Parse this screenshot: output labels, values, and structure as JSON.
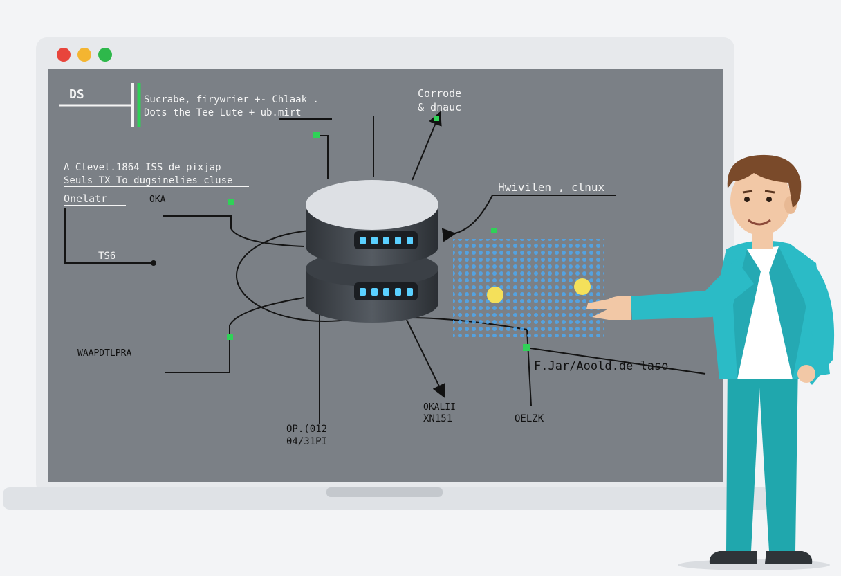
{
  "window": {
    "controls": {
      "close_color": "#e8453c",
      "minimize_color": "#f4b531",
      "maximize_color": "#2eb84b"
    }
  },
  "screen": {
    "background": "#7b8086",
    "heading": "DS",
    "note_line_1": "Sucrabe, firywrier +- Chlaak .",
    "note_line_2": "Dots the Tee Lute  +  ub.mirt",
    "corrode_line_1": "Corrode",
    "corrode_line_2": "& dnauc",
    "client_line_1": "A Clevet.1864 ISS de pixjap",
    "client_line_2": "Seuls TX To dugsinelies cluse",
    "label_onelatr": "Onelatr",
    "label_oka": "OKA",
    "label_ts6": "TS6",
    "label_hwivilen": "Hwivilen , clnux",
    "label_left_bottom": "WAAPDTLPRA",
    "label_path": "F.Jar/Aoold.de laso",
    "label_op_line_1": "OP.(012",
    "label_op_line_2": "04/31PI",
    "label_xn_line_1": "OKALII",
    "label_xn_line_2": "XN151",
    "label_oelzk": "OELZK"
  },
  "accent_colors": {
    "connector_green": "#2fd157",
    "server_led": "#5ad0ff",
    "grid_blue": "#4da8f0",
    "node_yellow": "#f4e05a",
    "presenter_jacket": "#2bbbc6"
  },
  "icons": [
    "database-server-icon",
    "grid-panel-icon",
    "presenter-illustration"
  ]
}
